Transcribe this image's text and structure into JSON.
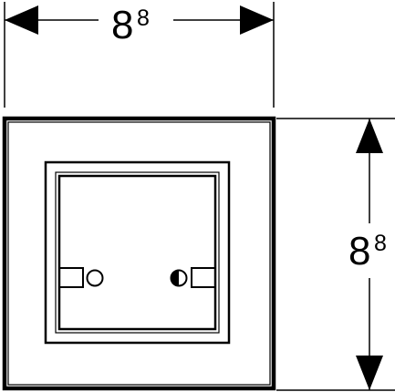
{
  "dimensions": {
    "width": {
      "main": "8",
      "superscript": "8"
    },
    "height": {
      "main": "8",
      "superscript": "8"
    }
  },
  "colors": {
    "line": "#000000",
    "background": "#ffffff"
  }
}
